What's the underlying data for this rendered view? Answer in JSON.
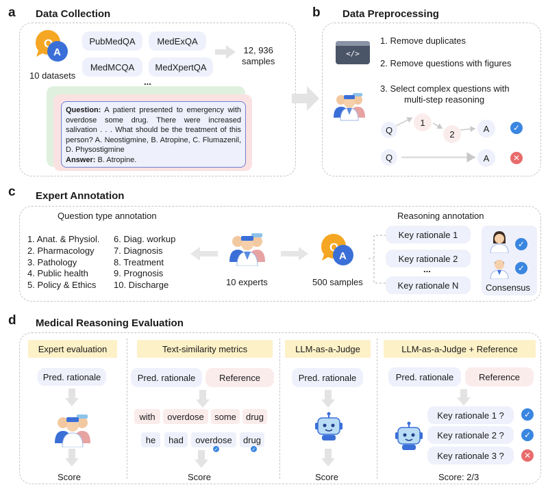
{
  "panels": {
    "a": {
      "letter": "a",
      "title": "Data Collection"
    },
    "b": {
      "letter": "b",
      "title": "Data Preprocessing"
    },
    "c": {
      "letter": "c",
      "title": "Expert Annotation"
    },
    "d": {
      "letter": "d",
      "title": "Medical Reasoning Evaluation"
    }
  },
  "collection": {
    "qa_icon_q": "Q",
    "qa_icon_a": "A",
    "datasets_label": "10 datasets",
    "datasets": [
      "PubMedQA",
      "MedExQA",
      "MedMCQA",
      "MedXpertQA"
    ],
    "more": "...",
    "samples": "12, 936\nsamples",
    "example": {
      "question_label": "Question:",
      "question_text": " A patient presented to emergency with overdose some drug. There were increased salivation . . . What should be the treatment of this person? A. Neostigmine, B. Atropine, C. Flumazenil, D. Physostigmine",
      "answer_label": "Answer:",
      "answer_text": " B. Atropine."
    }
  },
  "preprocessing": {
    "code_icon": "</>",
    "steps": [
      "1. Remove duplicates",
      "2. Remove questions with figures",
      "3. Select complex questions with",
      "multi-step reasoning"
    ],
    "diagram": {
      "q": "Q",
      "n1": "1",
      "n2": "2",
      "a": "A"
    }
  },
  "annotation": {
    "qtype_title": "Question type annotation",
    "qtypes_left": [
      "1. Anat. & Physiol.",
      "2. Pharmacology",
      "3. Pathology",
      "4. Public health",
      "5. Policy & Ethics"
    ],
    "qtypes_right": [
      "6. Diag. workup",
      "7. Diagnosis",
      "8. Treatment",
      "9. Prognosis",
      "10. Discharge"
    ],
    "experts_label": "10 experts",
    "samples_label": "500 samples",
    "reasoning_title": "Reasoning annotation",
    "rationales": [
      "Key rationale 1",
      "Key rationale 2",
      "...",
      "Key rationale N"
    ],
    "consensus": "Consensus"
  },
  "evaluation": {
    "expert": {
      "title": "Expert evaluation",
      "pred": "Pred. rationale",
      "score": "Score"
    },
    "textsim": {
      "title": "Text-similarity metrics",
      "pred": "Pred. rationale",
      "ref": "Reference",
      "words_top": [
        "with",
        "overdose",
        "some",
        "drug"
      ],
      "words_bottom": [
        "he",
        "had",
        "overdose",
        "drug"
      ],
      "score": "Score"
    },
    "judge": {
      "title": "LLM-as-a-Judge",
      "pred": "Pred. rationale",
      "score": "Score"
    },
    "judge_ref": {
      "title": "LLM-as-a-Judge + Reference",
      "pred": "Pred. rationale",
      "ref": "Reference",
      "rationales": [
        "Key rationale 1 ?",
        "Key rationale 2 ?",
        "Key rationale 3 ?"
      ],
      "score": "Score: 2/3"
    }
  },
  "colors": {
    "accent_blue": "#3a86e0",
    "error_red": "#e86b6b",
    "pill_blue": "#eef0fb",
    "pill_pink": "#fbecec",
    "pill_yellow": "#fdf1c7",
    "qa_orange": "#f5a623",
    "qa_blue": "#3b6fd8"
  }
}
